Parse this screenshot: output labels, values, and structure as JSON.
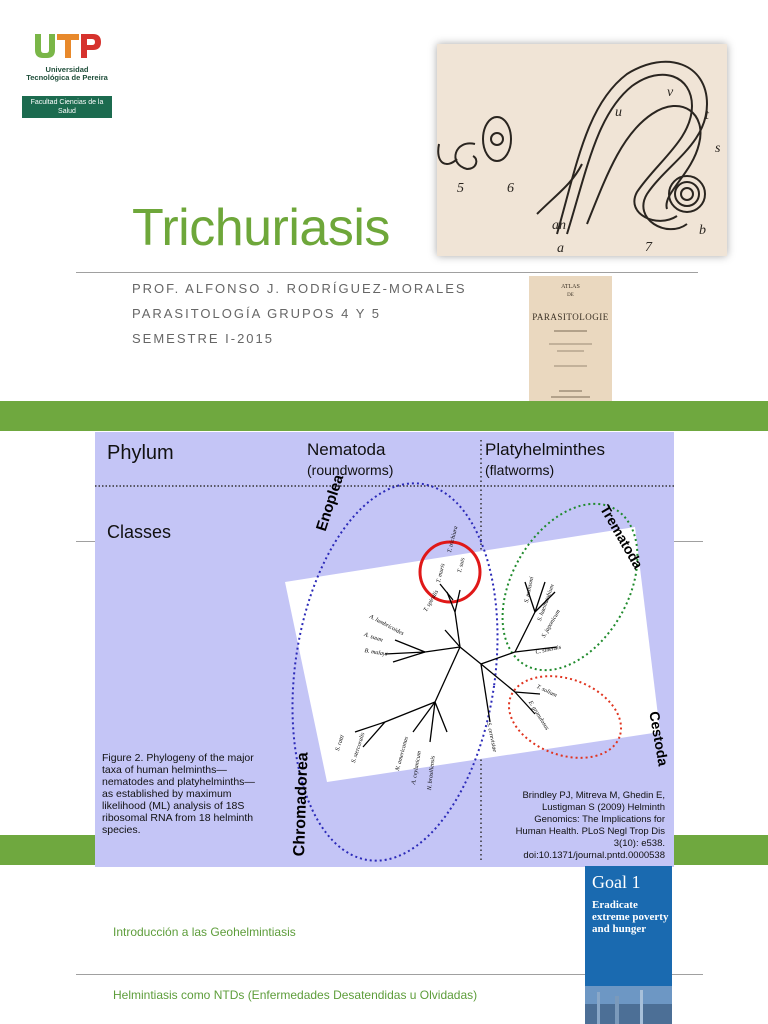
{
  "logo": {
    "name": "Universidad Tecnológica de Pereira",
    "faculty": "Facultad Ciencias de la Salud"
  },
  "title": "Trichuriasis",
  "subtitle": {
    "line1": "PROF. ALFONSO J. RODRÍGUEZ-MORALES",
    "line2": "PARASITOLOGÍA GRUPOS 4 Y 5",
    "line3": "SEMESTRE I-2015"
  },
  "atlas": {
    "top": "ATLAS",
    "de": "DE",
    "title": "PARASITOLOGIE"
  },
  "phylogeny": {
    "phylum_label": "Phylum",
    "classes_label": "Classes",
    "nematoda": "Nematoda",
    "nematoda_sub": "(roundworms)",
    "platy": "Platyhelminthes",
    "platy_sub": "(flatworms)",
    "enoplea": "Enoplea",
    "chromadorea": "Chromadorea",
    "trematoda": "Trematoda",
    "cestoda": "Cestoda",
    "species": {
      "t_trichiura": "T. trichiura",
      "t_muris": "T. muris",
      "t_suis": "T. suis",
      "t_spiralis": "T. spiralis",
      "a_lumbricoides": "A. lumbricoides",
      "a_suum": "A. suum",
      "b_malayi": "B. malayi",
      "s_ratti": "S. ratti",
      "s_stercoralis": "S. stercoralis",
      "n_americanus": "N. americanus",
      "a_ceylanicum": "A. ceylanicum",
      "n_brasiliensis": "N. brasiliensis",
      "s_mansoni": "S. mansoni",
      "s_haematobium": "S. haematobium",
      "s_japonicum": "S. japonicum",
      "c_sinensis": "C. sinensis",
      "t_solium": "T. solium",
      "e_granulosus": "E. granulosus",
      "s_cerevisiae": "S. cerevisiae"
    },
    "caption": "Figure 2. Phylogeny of the major taxa of human helminths—nematodes and platyhelminths—as established by maximum likelihood (ML) analysis of 18S ribosomal RNA from 18 helminth species.",
    "citation": "Brindley PJ, Mitreva M, Ghedin E, Lustigman S (2009) Helminth Genomics: The Implications for Human Health. PLoS Negl Trop Dis 3(10): e538. doi:10.1371/journal.pntd.0000538"
  },
  "footer": {
    "intro": "Introducción a las Geohelmintiasis",
    "helmintiasis": "Helmintiasis como NTDs (Enfermedades Desatendidas u Olvidadas)"
  },
  "goal": {
    "number": "Goal 1",
    "text": "Eradicate extreme poverty and hunger"
  },
  "colors": {
    "accent_green": "#6fa83f",
    "title_green": "#6ea73a",
    "panel_lavender": "#c4c5f6",
    "goal_blue": "#1a6ab0"
  }
}
